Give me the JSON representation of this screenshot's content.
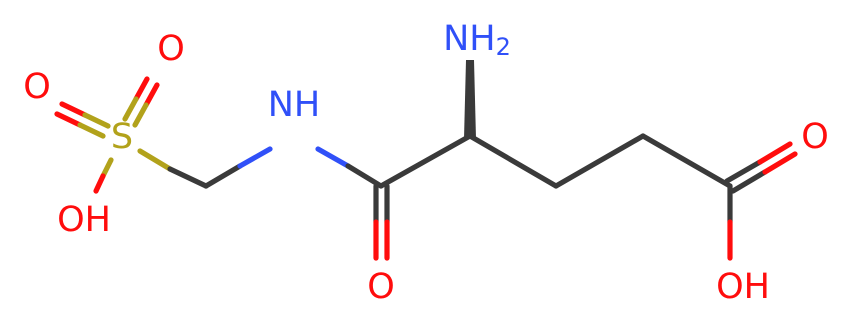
{
  "colors": {
    "bond": "#3a3a3a",
    "oxygen": "#ff0d0d",
    "nitrogen": "#3050f8",
    "sulfur": "#b2a21b"
  },
  "atoms": {
    "o_sulfonyl_top": "O",
    "o_sulfonyl_left": "O",
    "sulfur": "S",
    "oh_sulfonic": "OH",
    "nh_amide": "NH",
    "o_amide": "O",
    "nh2_n": "NH",
    "nh2_sub": "2",
    "o_carboxyl": "O",
    "oh_carboxyl": "OH"
  }
}
